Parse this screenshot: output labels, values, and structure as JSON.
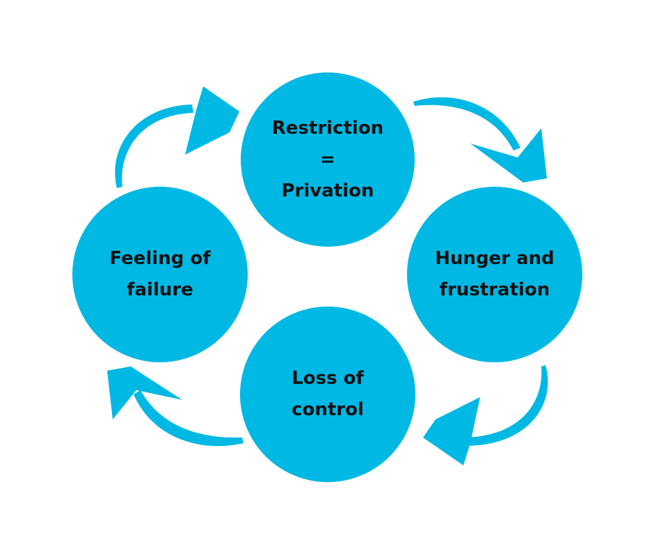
{
  "diagram": {
    "accent_color": "#00b8e4",
    "nodes": [
      {
        "id": "restriction",
        "lines": [
          "Restriction",
          "=",
          "Privation"
        ]
      },
      {
        "id": "hunger",
        "lines": [
          "Hunger and",
          "frustration"
        ]
      },
      {
        "id": "loss",
        "lines": [
          "Loss of",
          "control"
        ]
      },
      {
        "id": "failure",
        "lines": [
          "Feeling of",
          "failure"
        ]
      }
    ],
    "edges": [
      {
        "from": "restriction",
        "to": "hunger"
      },
      {
        "from": "hunger",
        "to": "loss"
      },
      {
        "from": "loss",
        "to": "failure"
      },
      {
        "from": "failure",
        "to": "restriction"
      }
    ]
  }
}
